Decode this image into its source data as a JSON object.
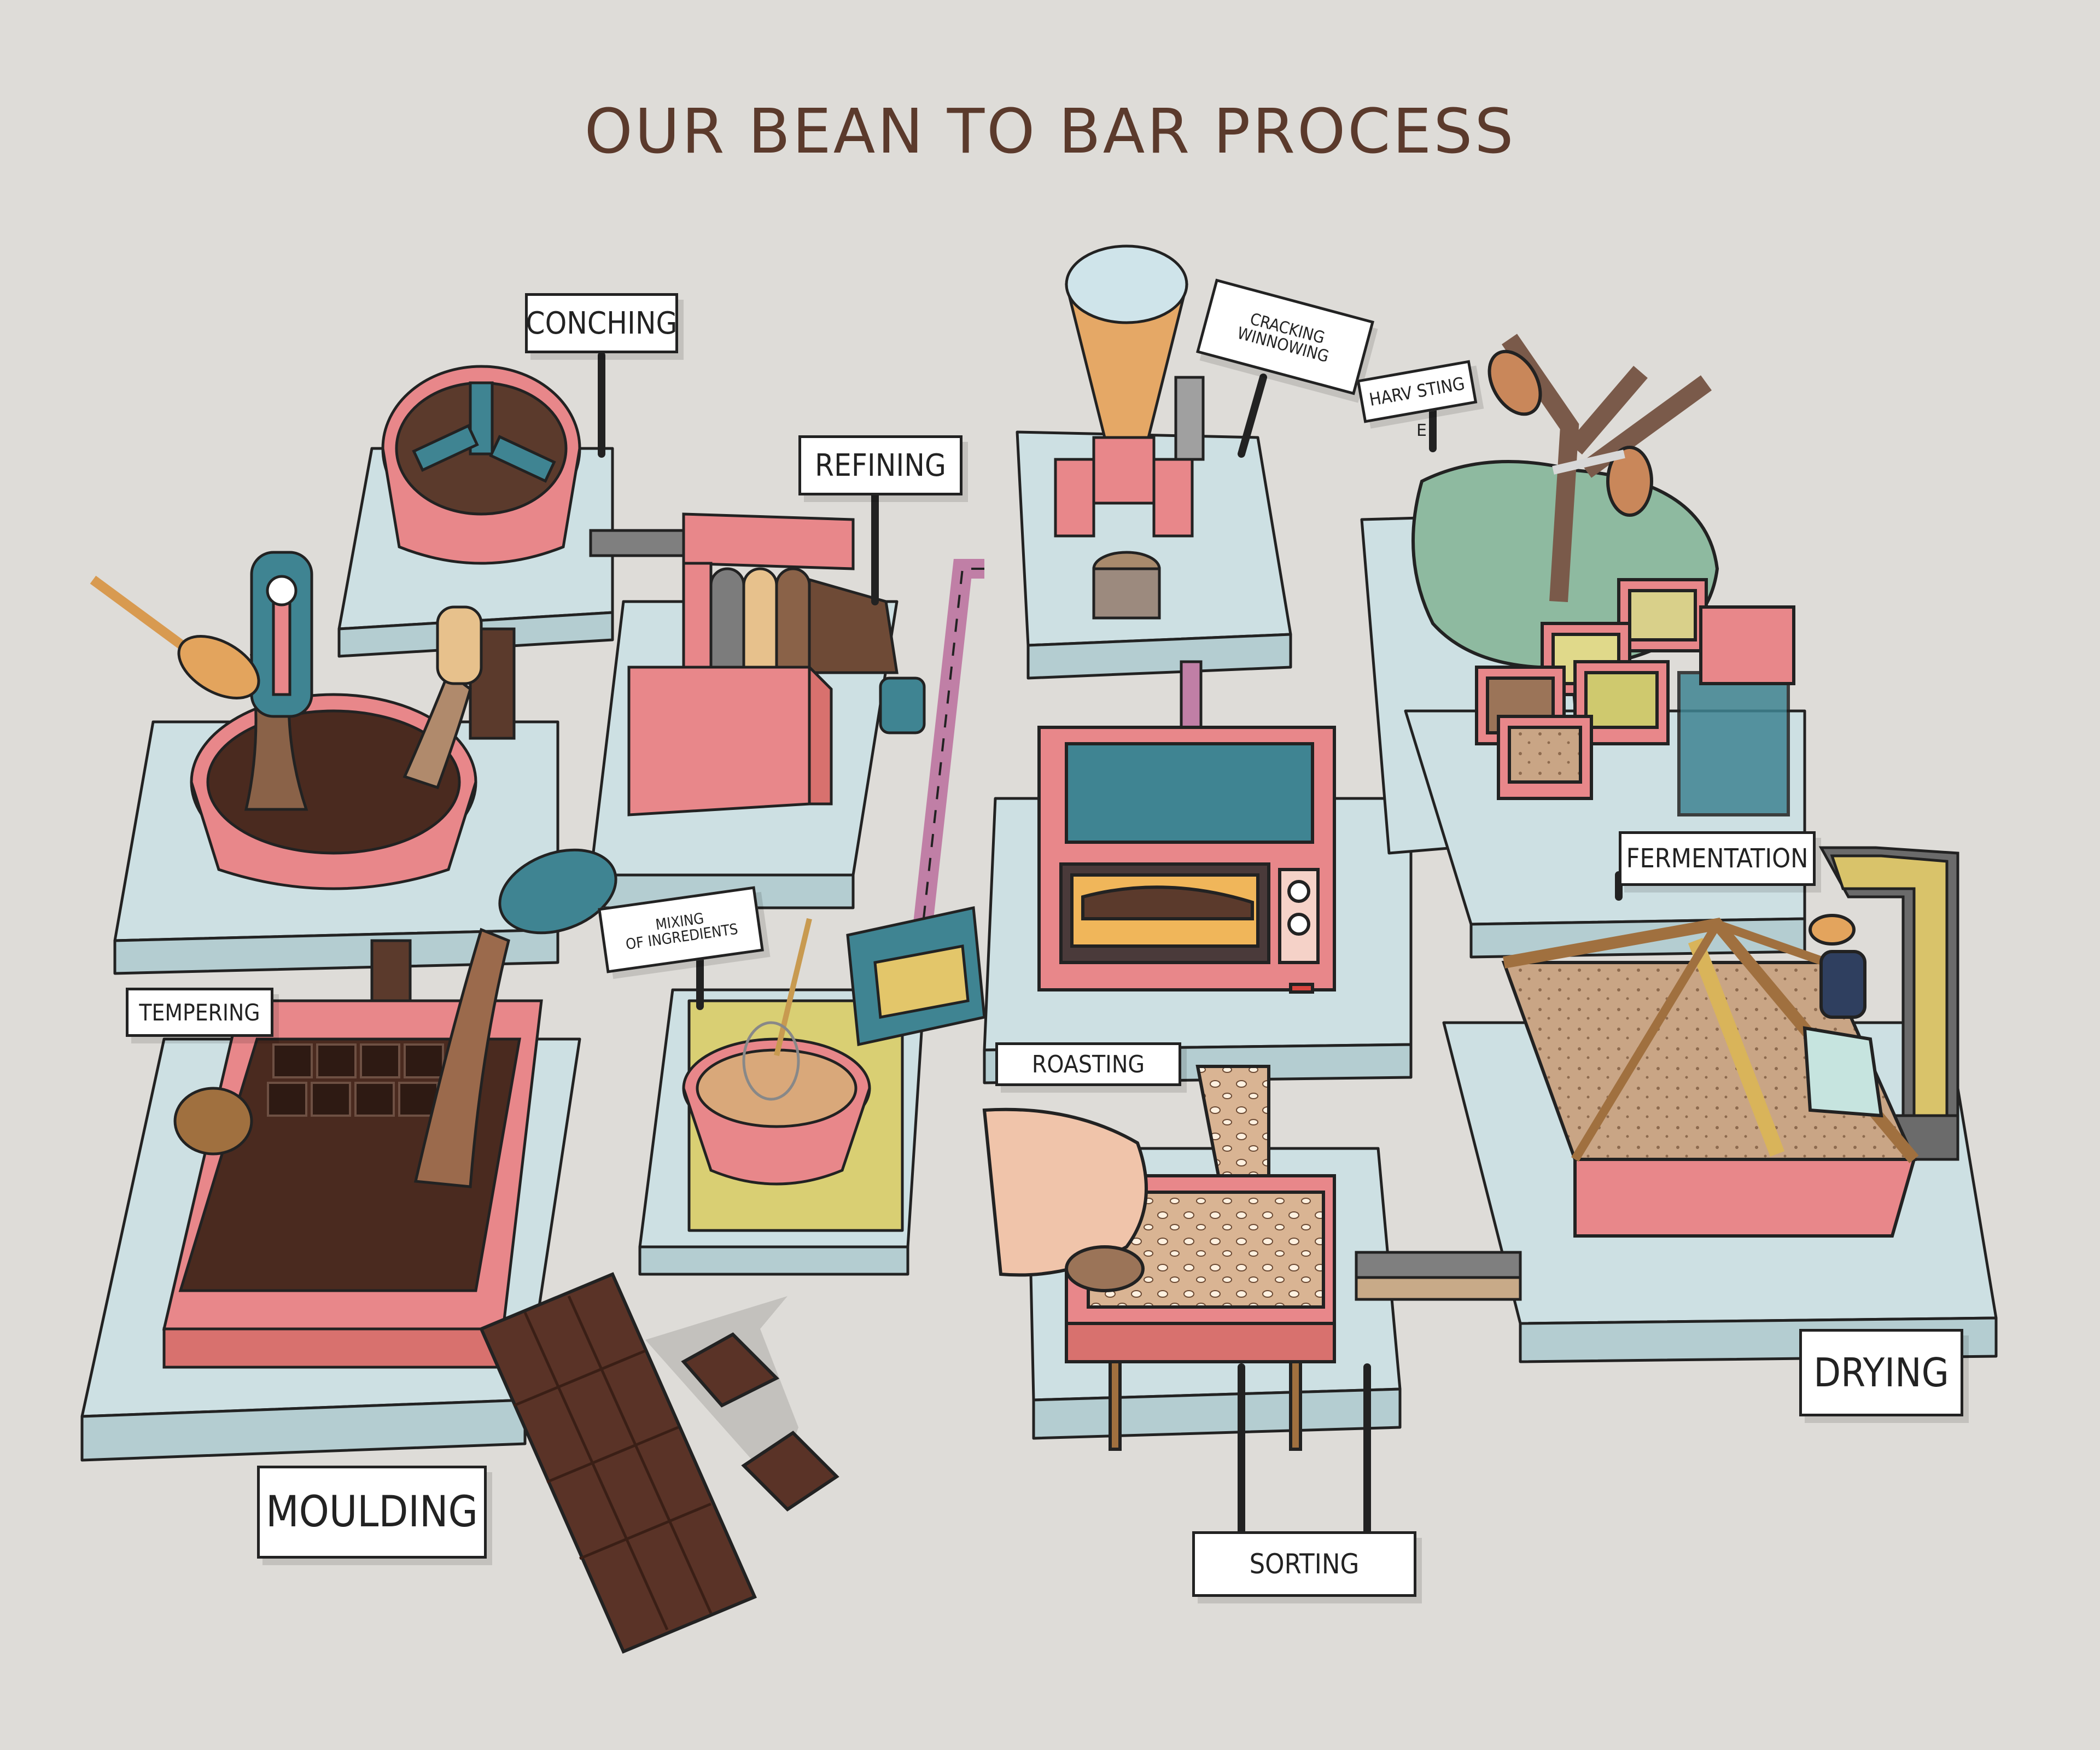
{
  "title": "OUR BEAN TO BAR PROCESS",
  "stages": {
    "conching": "CONCHING",
    "refining": "REFINING",
    "cracking_line1": "CRACKING",
    "cracking_line2": "WINNOWING",
    "harvesting_line1": "HARV STING",
    "harvesting_line2": "E",
    "tempering": "TEMPERING",
    "mixing_line1": "MIXING",
    "mixing_line2": "OF INGREDIENTS",
    "roasting": "ROASTING",
    "fermentation": "FERMENTATION",
    "drying": "DRYING",
    "moulding": "MOULDING",
    "sorting": "SORTING"
  },
  "colors": {
    "background": "#dedcd8",
    "platform": "#cde0e3",
    "machine_pink": "#e8878a",
    "teal": "#3f8492",
    "chocolate": "#4a2a1f",
    "title": "#5b3a2c",
    "pipe_purple": "#c07fa6",
    "cream": "#e7c18c",
    "yellow_mat": "#d9cf73"
  }
}
